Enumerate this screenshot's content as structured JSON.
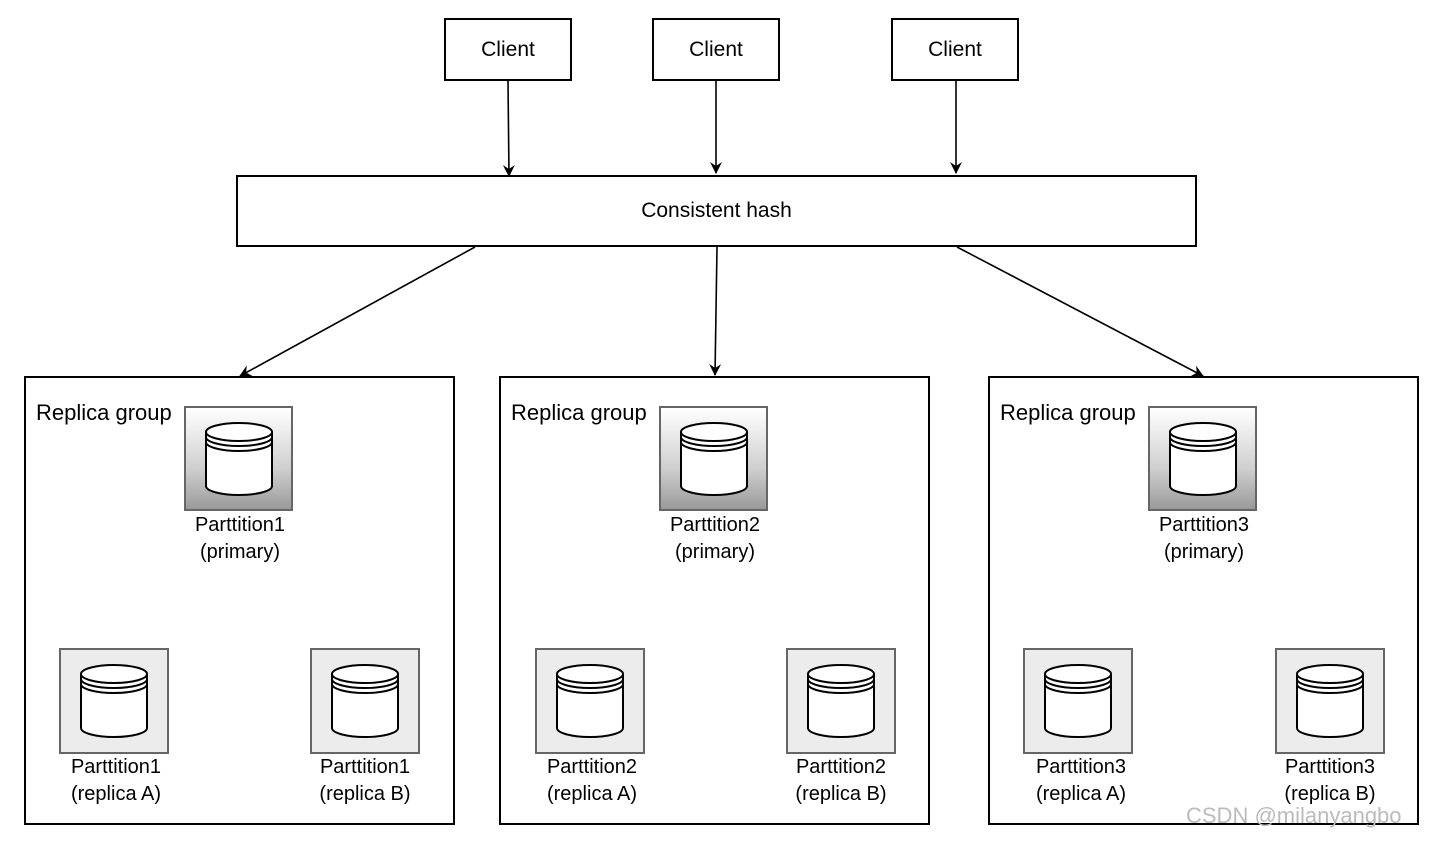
{
  "clients": [
    {
      "label": "Client"
    },
    {
      "label": "Client"
    },
    {
      "label": "Client"
    }
  ],
  "hash": {
    "label": "Consistent hash"
  },
  "groups": [
    {
      "title": "Replica group",
      "primary": {
        "name": "Parttition1",
        "role": "(primary)"
      },
      "replicas": [
        {
          "name": "Parttition1",
          "role": "(replica A)"
        },
        {
          "name": "Parttition1",
          "role": "(replica B)"
        }
      ]
    },
    {
      "title": "Replica group",
      "primary": {
        "name": "Parttition2",
        "role": "(primary)"
      },
      "replicas": [
        {
          "name": "Parttition2",
          "role": "(replica A)"
        },
        {
          "name": "Parttition2",
          "role": "(replica B)"
        }
      ]
    },
    {
      "title": "Replica group",
      "primary": {
        "name": "Parttition3",
        "role": "(primary)"
      },
      "replicas": [
        {
          "name": "Parttition3",
          "role": "(replica A)"
        },
        {
          "name": "Parttition3",
          "role": "(replica B)"
        }
      ]
    }
  ],
  "icons": {
    "database": "database-icon"
  },
  "watermark": "CSDN @milanyangbo"
}
